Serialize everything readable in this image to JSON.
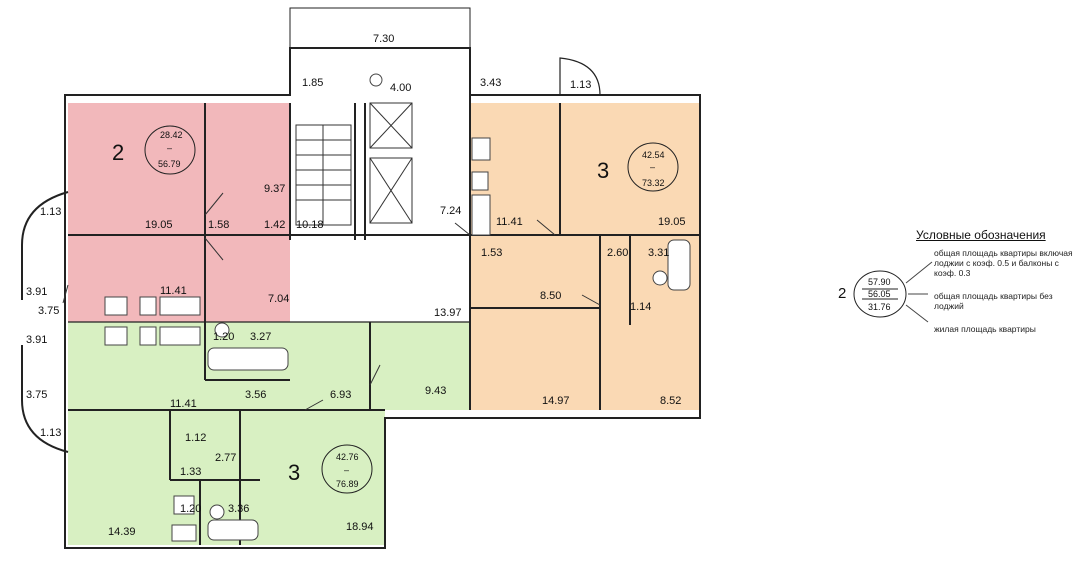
{
  "apartments": [
    {
      "rooms": "2",
      "area_loggia": "28.42",
      "dash": "–",
      "area_total": "56.79",
      "color": "#f2b8bb"
    },
    {
      "rooms": "3",
      "area_loggia": "42.54",
      "dash": "–",
      "area_total": "73.32",
      "color": "#fad9b4"
    },
    {
      "rooms": "3",
      "area_loggia": "42.76",
      "dash": "–",
      "area_total": "76.89",
      "color": "#d8f0c2"
    }
  ],
  "room_labels": {
    "r_730": "7.30",
    "r_185": "1.85",
    "r_400": "4.00",
    "r_343": "3.43",
    "r_113a": "1.13",
    "r_937": "9.37",
    "r_1905a": "19.05",
    "r_158": "1.58",
    "r_142": "1.42",
    "r_1018": "10.18",
    "r_724": "7.24",
    "r_1141a": "11.41",
    "r_1905b": "19.05",
    "r_113b": "1.13",
    "r_391a": "3.91",
    "r_375a": "3.75",
    "r_1141b": "11.41",
    "r_704": "7.04",
    "r_120a": "1.20",
    "r_327": "3.27",
    "r_1397": "13.97",
    "r_153": "1.53",
    "r_260": "2.60",
    "r_331": "3.31",
    "r_850": "8.50",
    "r_114": "1.14",
    "r_391b": "3.91",
    "r_1141c": "11.41",
    "r_356": "3.56",
    "r_693": "6.93",
    "r_943": "9.43",
    "r_1497": "14.97",
    "r_852": "8.52",
    "r_375b": "3.75",
    "r_113c": "1.13",
    "r_112": "1.12",
    "r_277": "2.77",
    "r_133": "1.33",
    "r_120b": "1.20",
    "r_336": "3.36",
    "r_1439": "14.39",
    "r_1894": "18.94"
  },
  "legend": {
    "title": "Условные обозначения",
    "num": "2",
    "v1": "57.90",
    "v2": "56.05",
    "v3": "31.76",
    "desc1": "общая площадь квартиры включая лоджии с коэф. 0.5 и балконы с коэф. 0.3",
    "desc2": "общая площадь квартиры     без лоджий",
    "desc3": "жилая площадь квартиры"
  },
  "colors": {
    "wall": "#222222",
    "fixture": "#444444"
  }
}
